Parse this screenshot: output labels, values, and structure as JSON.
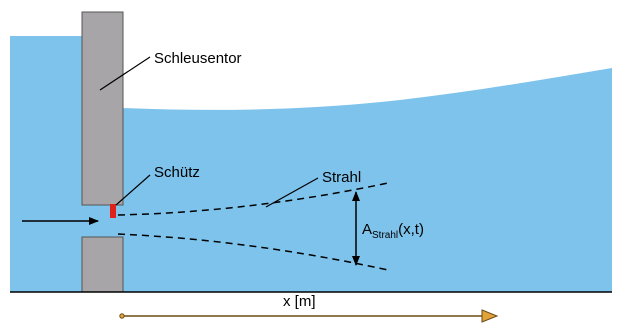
{
  "colors": {
    "water": "#7dc3ec",
    "gate": "#a7a5a8",
    "gate_outline": "#555555",
    "schuetz": "#e0201b",
    "line": "#000000",
    "axis": "#6b4a17",
    "axis_head": "#e1a23a"
  },
  "labels": {
    "schleusentor": "Schleusentor",
    "schuetz": "Schütz",
    "strahl": "Strahl",
    "area_main": "A",
    "area_sub": "Strahl",
    "area_args": "(x,t)",
    "axis": "x [m]"
  },
  "icons": {
    "inflow": "right-arrow-icon",
    "jet_height": "double-headed-arrow-icon",
    "x_axis": "axis-arrow-icon"
  }
}
